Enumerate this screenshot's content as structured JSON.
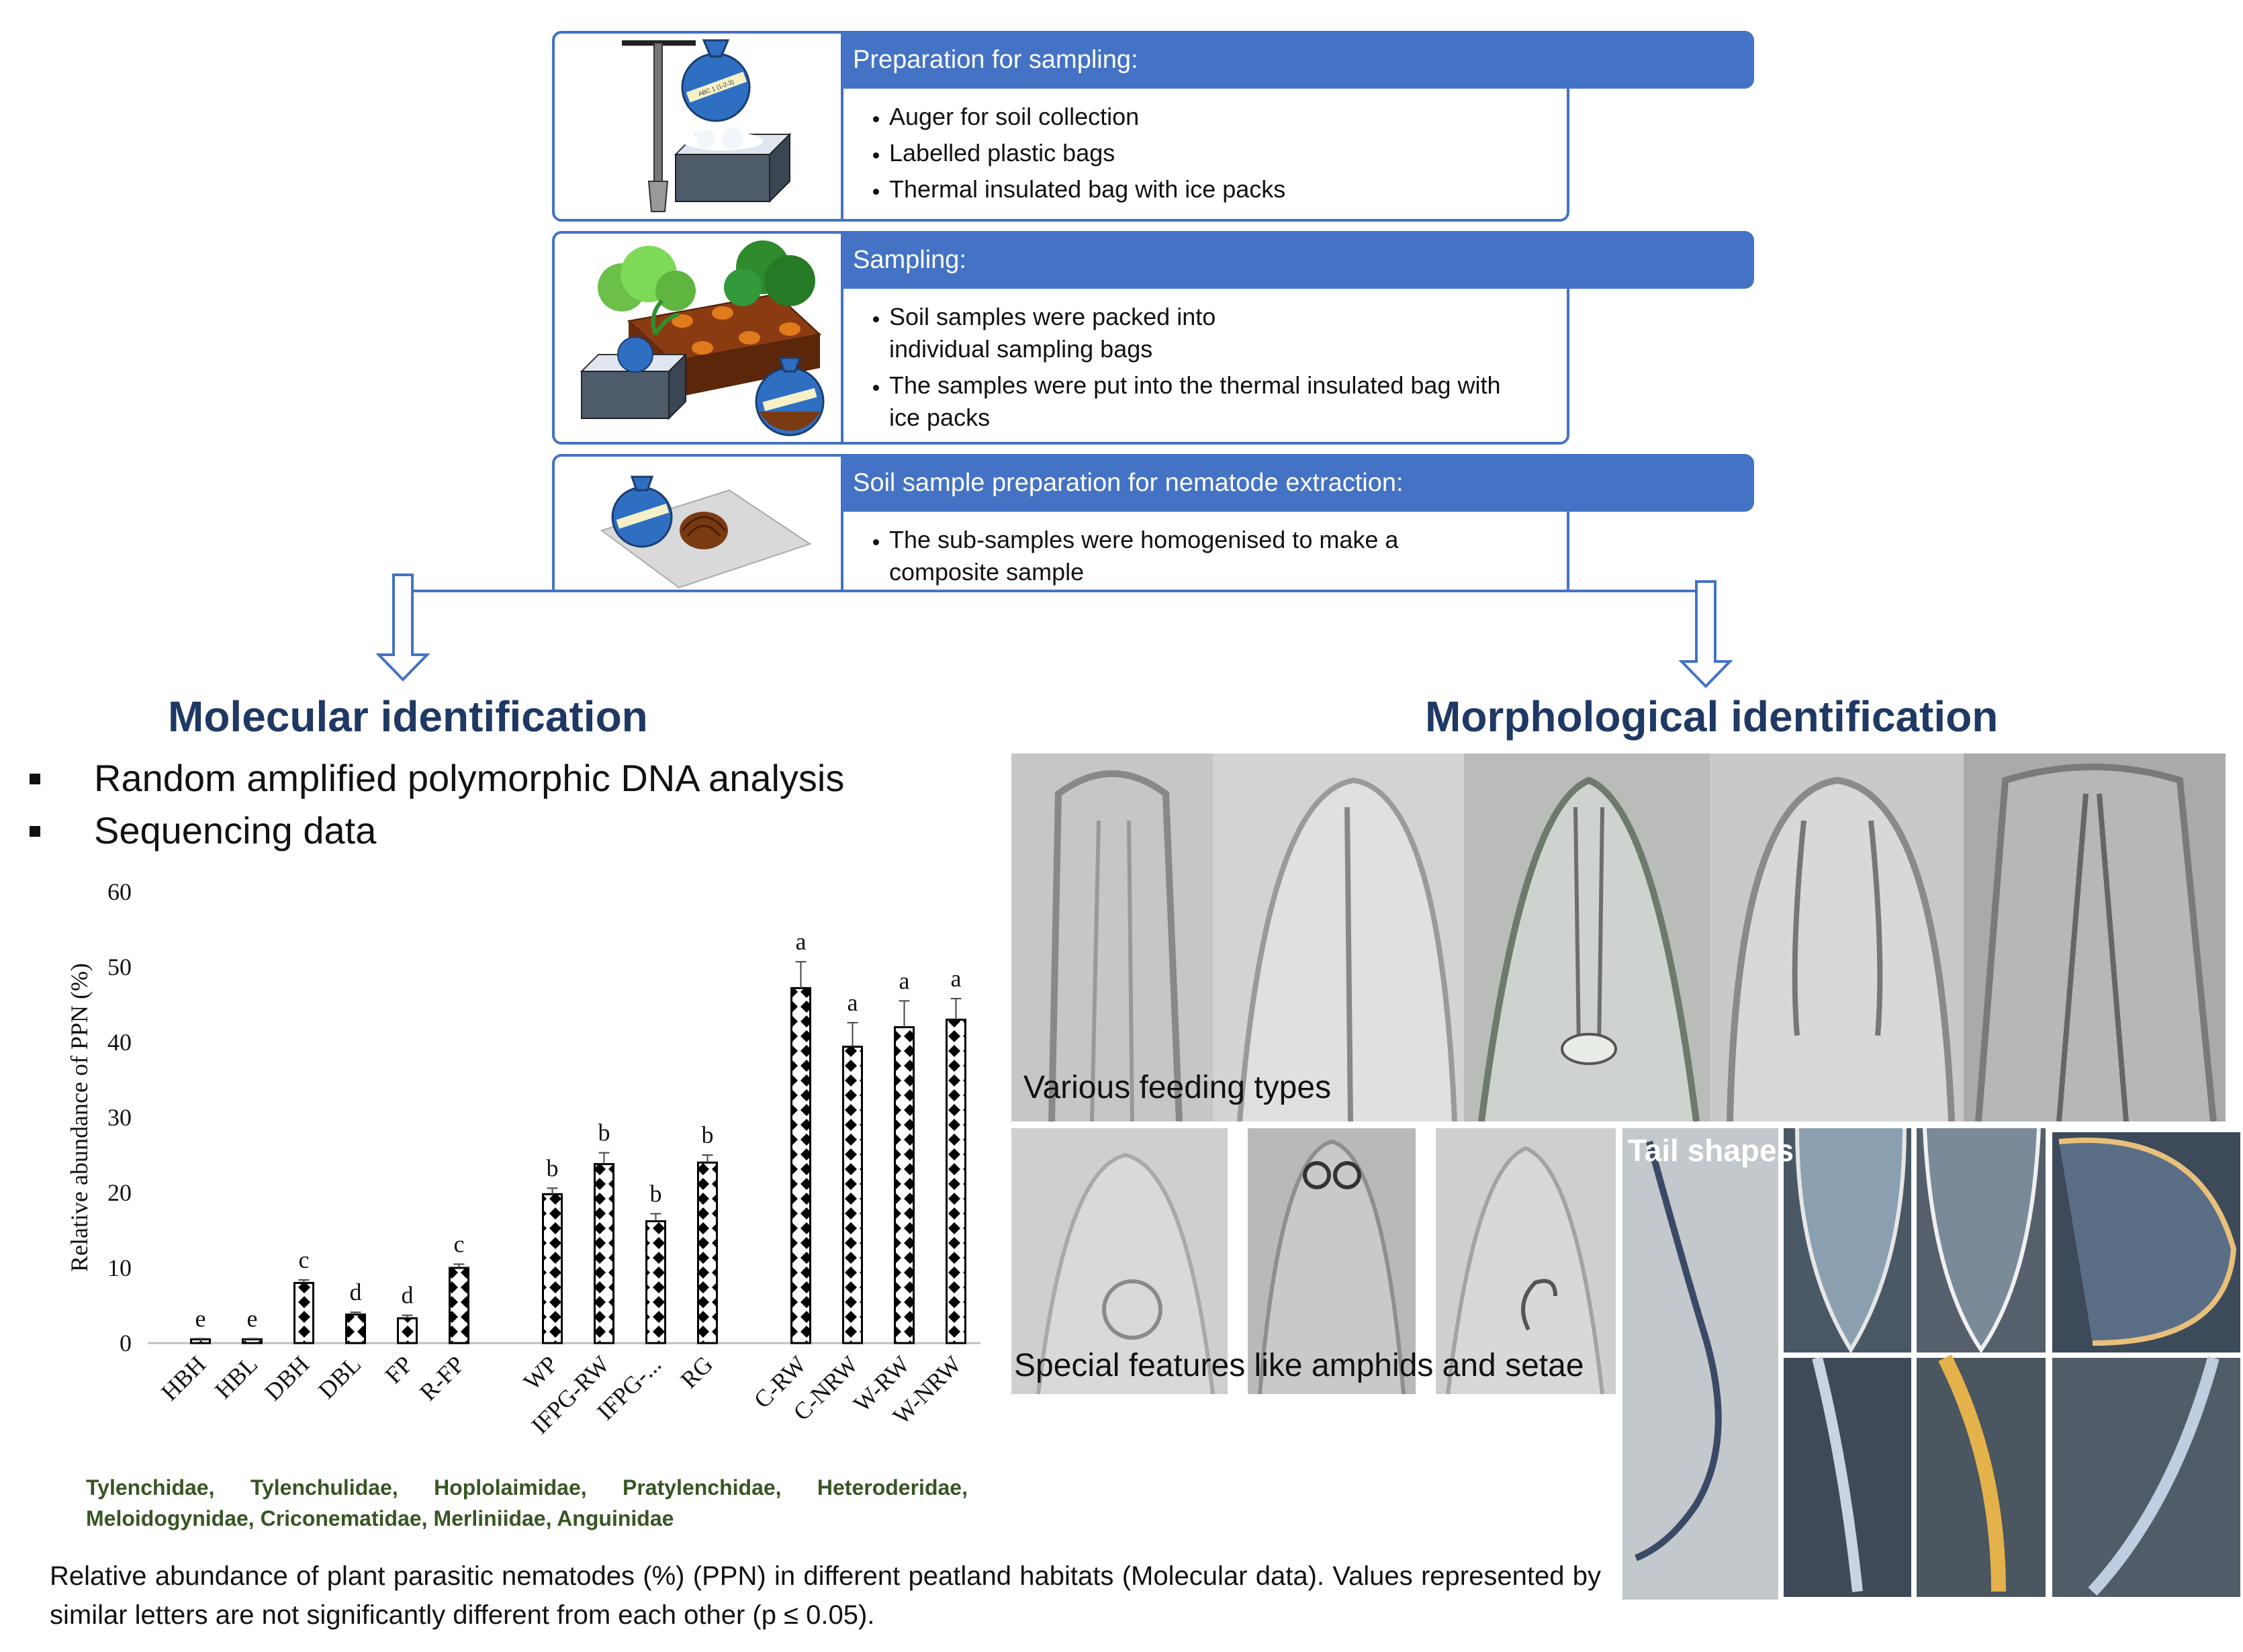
{
  "steps": [
    {
      "title": "Preparation for sampling:",
      "bullets": [
        "Auger for soil collection",
        "Labelled plastic bags",
        "Thermal insulated bag with ice packs"
      ],
      "icon": "auger-bag-cooler-icon"
    },
    {
      "title": "Sampling:",
      "bullets": [
        "Soil samples were packed into individual sampling bags",
        "The samples were put into the thermal insulated bag with ice packs"
      ],
      "icon": "soil-plot-icon"
    },
    {
      "title": "Soil sample preparation for nematode extraction:",
      "bullets": [
        "The sub-samples were homogenised to make a composite sample"
      ],
      "icon": "homogenise-sample-icon"
    }
  ],
  "bag_label": "ABC 1 (1-2-3)",
  "molecular": {
    "title": "Molecular identification",
    "methods": [
      "Random amplified polymorphic DNA analysis",
      "Sequencing data"
    ]
  },
  "morphological": {
    "title": "Morphological identification",
    "labels": {
      "feeding": "Various feeding types",
      "features": "Special features like amphids and setae",
      "tails": "Tail shapes"
    }
  },
  "chart_data": {
    "type": "bar",
    "ylabel": "Relative abundance of PPN (%)",
    "xlabel": "",
    "ylim": [
      0,
      60
    ],
    "yticks": [
      0,
      10,
      20,
      30,
      40,
      50,
      60
    ],
    "groups": [
      {
        "categories": [
          "HBH",
          "HBL",
          "DBH",
          "DBL",
          "FP",
          "R-FP"
        ]
      },
      {
        "categories": [
          "WP",
          "IFPG-RW",
          "IFPG-...",
          "RG"
        ]
      },
      {
        "categories": [
          "C-RW",
          "C-NRW",
          "W-RW",
          "W-NRW"
        ]
      }
    ],
    "categories": [
      "HBH",
      "HBL",
      "DBH",
      "DBL",
      "FP",
      "R-FP",
      "WP",
      "IFPG-RW",
      "IFPG-...",
      "RG",
      "C-RW",
      "C-NRW",
      "W-RW",
      "W-NRW"
    ],
    "values": [
      0.5,
      0.5,
      8,
      3.8,
      3.3,
      10,
      19.8,
      23.8,
      16.2,
      24,
      47.2,
      39.4,
      42,
      43
    ],
    "errors": [
      0.1,
      0.1,
      0.4,
      0.3,
      0.4,
      0.5,
      0.8,
      1.5,
      1.0,
      1.0,
      3.5,
      3.2,
      3.5,
      2.8
    ],
    "letters": [
      "e",
      "e",
      "c",
      "d",
      "d",
      "c",
      "b",
      "b",
      "b",
      "b",
      "a",
      "a",
      "a",
      "a"
    ],
    "grid": false,
    "legend": "none"
  },
  "families_text": "Tylenchidae,      Tylenchulidae,      Hoplolaimidae,      Pratylenchidae,      Heteroderidae,",
  "families_text_2": "Meloidogynidae, Criconematidae, Merliniidae, Anguinidae",
  "caption": "Relative abundance of plant parasitic nematodes (%) (PPN) in different peatland habitats (Molecular data). Values represented by similar letters are not significantly different from each other (p ≤ 0.05)."
}
